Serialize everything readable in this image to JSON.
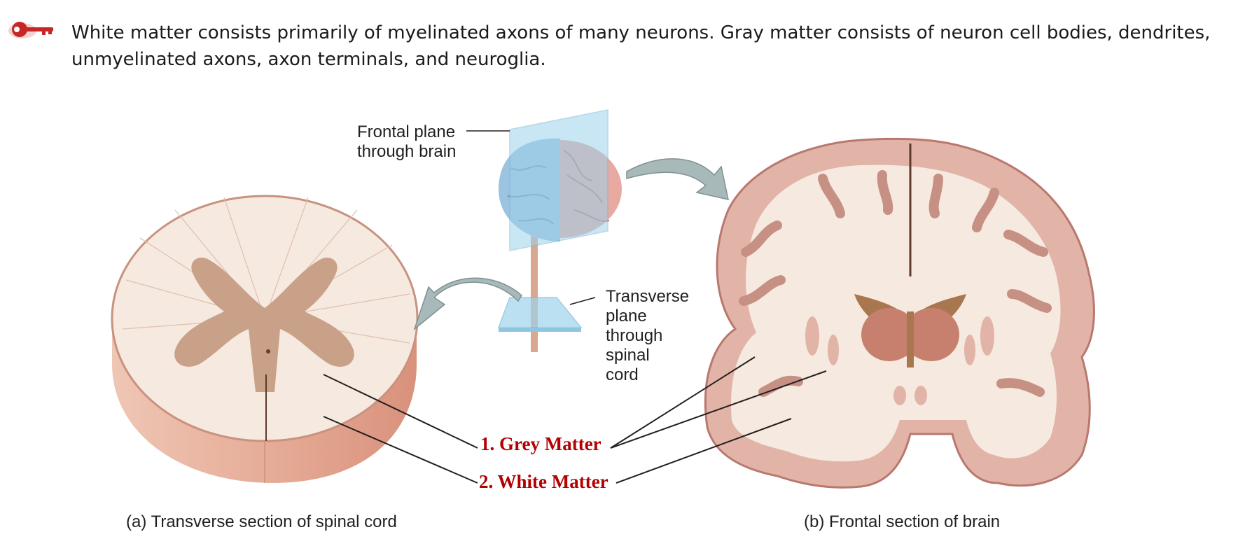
{
  "intro_text": "White matter consists primarily of myelinated axons of many neurons. Gray matter consists of neuron cell bodies, dendrites, unmyelinated axons, axon terminals, and neuroglia.",
  "labels": {
    "frontal_plane_line1": "Frontal plane",
    "frontal_plane_line2": "through brain",
    "transverse_line1": "Transverse",
    "transverse_line2": "plane",
    "transverse_line3": "through",
    "transverse_line4": "spinal",
    "transverse_line5": "cord"
  },
  "callouts": {
    "grey": "1.  Grey Matter",
    "white": "2.  White Matter"
  },
  "captions": {
    "spinal": "(a) Transverse section of spinal cord",
    "brain": "(b) Frontal section of brain"
  },
  "colors": {
    "key_icon": "#c62828",
    "callout_text": "#b30000",
    "grey_matter": "#c9a189",
    "white_matter": "#f6e9df",
    "plane_blue": "#9ed3ec",
    "brain_blue": "#9cc3df",
    "brain_pink": "#e7a9a0",
    "arrow_gray": "#a8b9ba"
  },
  "icons": [
    "key-icon"
  ]
}
